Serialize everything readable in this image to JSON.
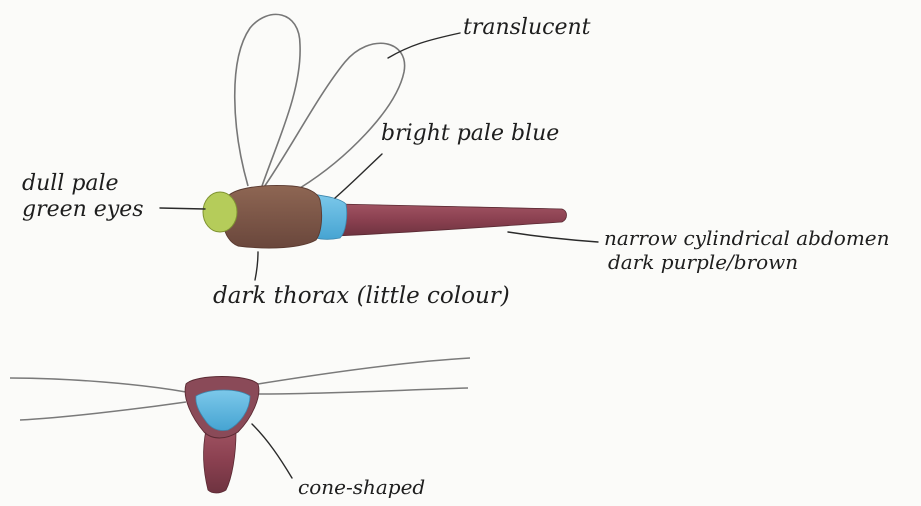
{
  "labels": {
    "translucent": "translucent",
    "bright_pale_blue": "bright pale blue",
    "eyes_line1": "dull pale",
    "eyes_line2": "green eyes",
    "abdomen_line1": "narrow cylindrical abdomen",
    "abdomen_line2": "dark purple/brown",
    "thorax": "dark thorax (little colour)",
    "cone": "cone-shaped"
  },
  "colors": {
    "paper": "#fbfbf9",
    "pencil": "#2a2a2a",
    "eye_green": "#b5cc5a",
    "thorax_brown": "#7d5646",
    "segment_blue": "#5fb7de",
    "abdomen_purple": "#8e4654",
    "wing_outline": "#777777"
  }
}
